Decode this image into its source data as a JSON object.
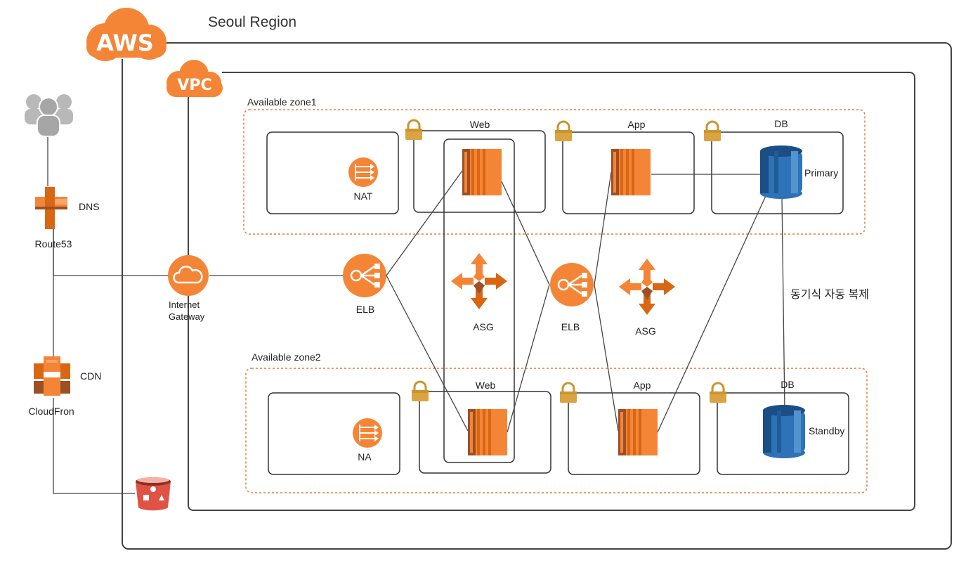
{
  "region": {
    "title": "Seoul Region",
    "aws_badge": "AWS"
  },
  "vpc": {
    "badge": "VPC"
  },
  "left": {
    "dns_label": "DNS",
    "route53_label": "Route53",
    "cdn_label": "CDN",
    "cloudfront_label": "CloudFron"
  },
  "gateway": {
    "label_line1": "Internet",
    "label_line2": "Gateway"
  },
  "zone1": {
    "title": "Available zone1",
    "nat_label": "NAT",
    "web_label": "Web",
    "app_label": "App",
    "db_label": "DB",
    "db_role": "Primary"
  },
  "zone2": {
    "title": "Available zone2",
    "nat_label": "NA",
    "web_label": "Web",
    "app_label": "App",
    "db_label": "DB",
    "db_role": "Standby"
  },
  "middle": {
    "elb1_label": "ELB",
    "asg1_label": "ASG",
    "elb2_label": "ELB",
    "asg2_label": "ASG",
    "replication_label": "동기식 자동 복제"
  },
  "colors": {
    "aws_orange": "#F58536",
    "lock_gold": "#D9A441",
    "db_blue": "#2E73B8",
    "zone_border": "#E07B39",
    "line": "#444444",
    "s3_red": "#E05243"
  }
}
